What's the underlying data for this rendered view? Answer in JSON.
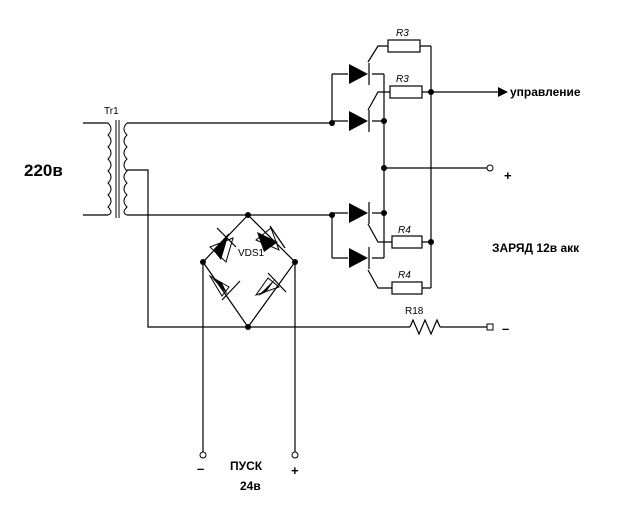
{
  "labels": {
    "input_voltage": "220в",
    "transformer": "Tr1",
    "resistor_top_1": "R3",
    "resistor_top_2": "R3",
    "resistor_bot_1": "R4",
    "resistor_bot_2": "R4",
    "resistor_shunt": "R18",
    "bridge": "VDS1",
    "control_output": "управление",
    "plus_terminal": "+",
    "minus_terminal": "–",
    "charge": "ЗАРЯД 12в акк",
    "start": "ПУСК",
    "start_voltage": "24в",
    "start_minus": "–",
    "start_plus": "+"
  },
  "colors": {
    "ink": "#000000",
    "background": "#ffffff"
  }
}
